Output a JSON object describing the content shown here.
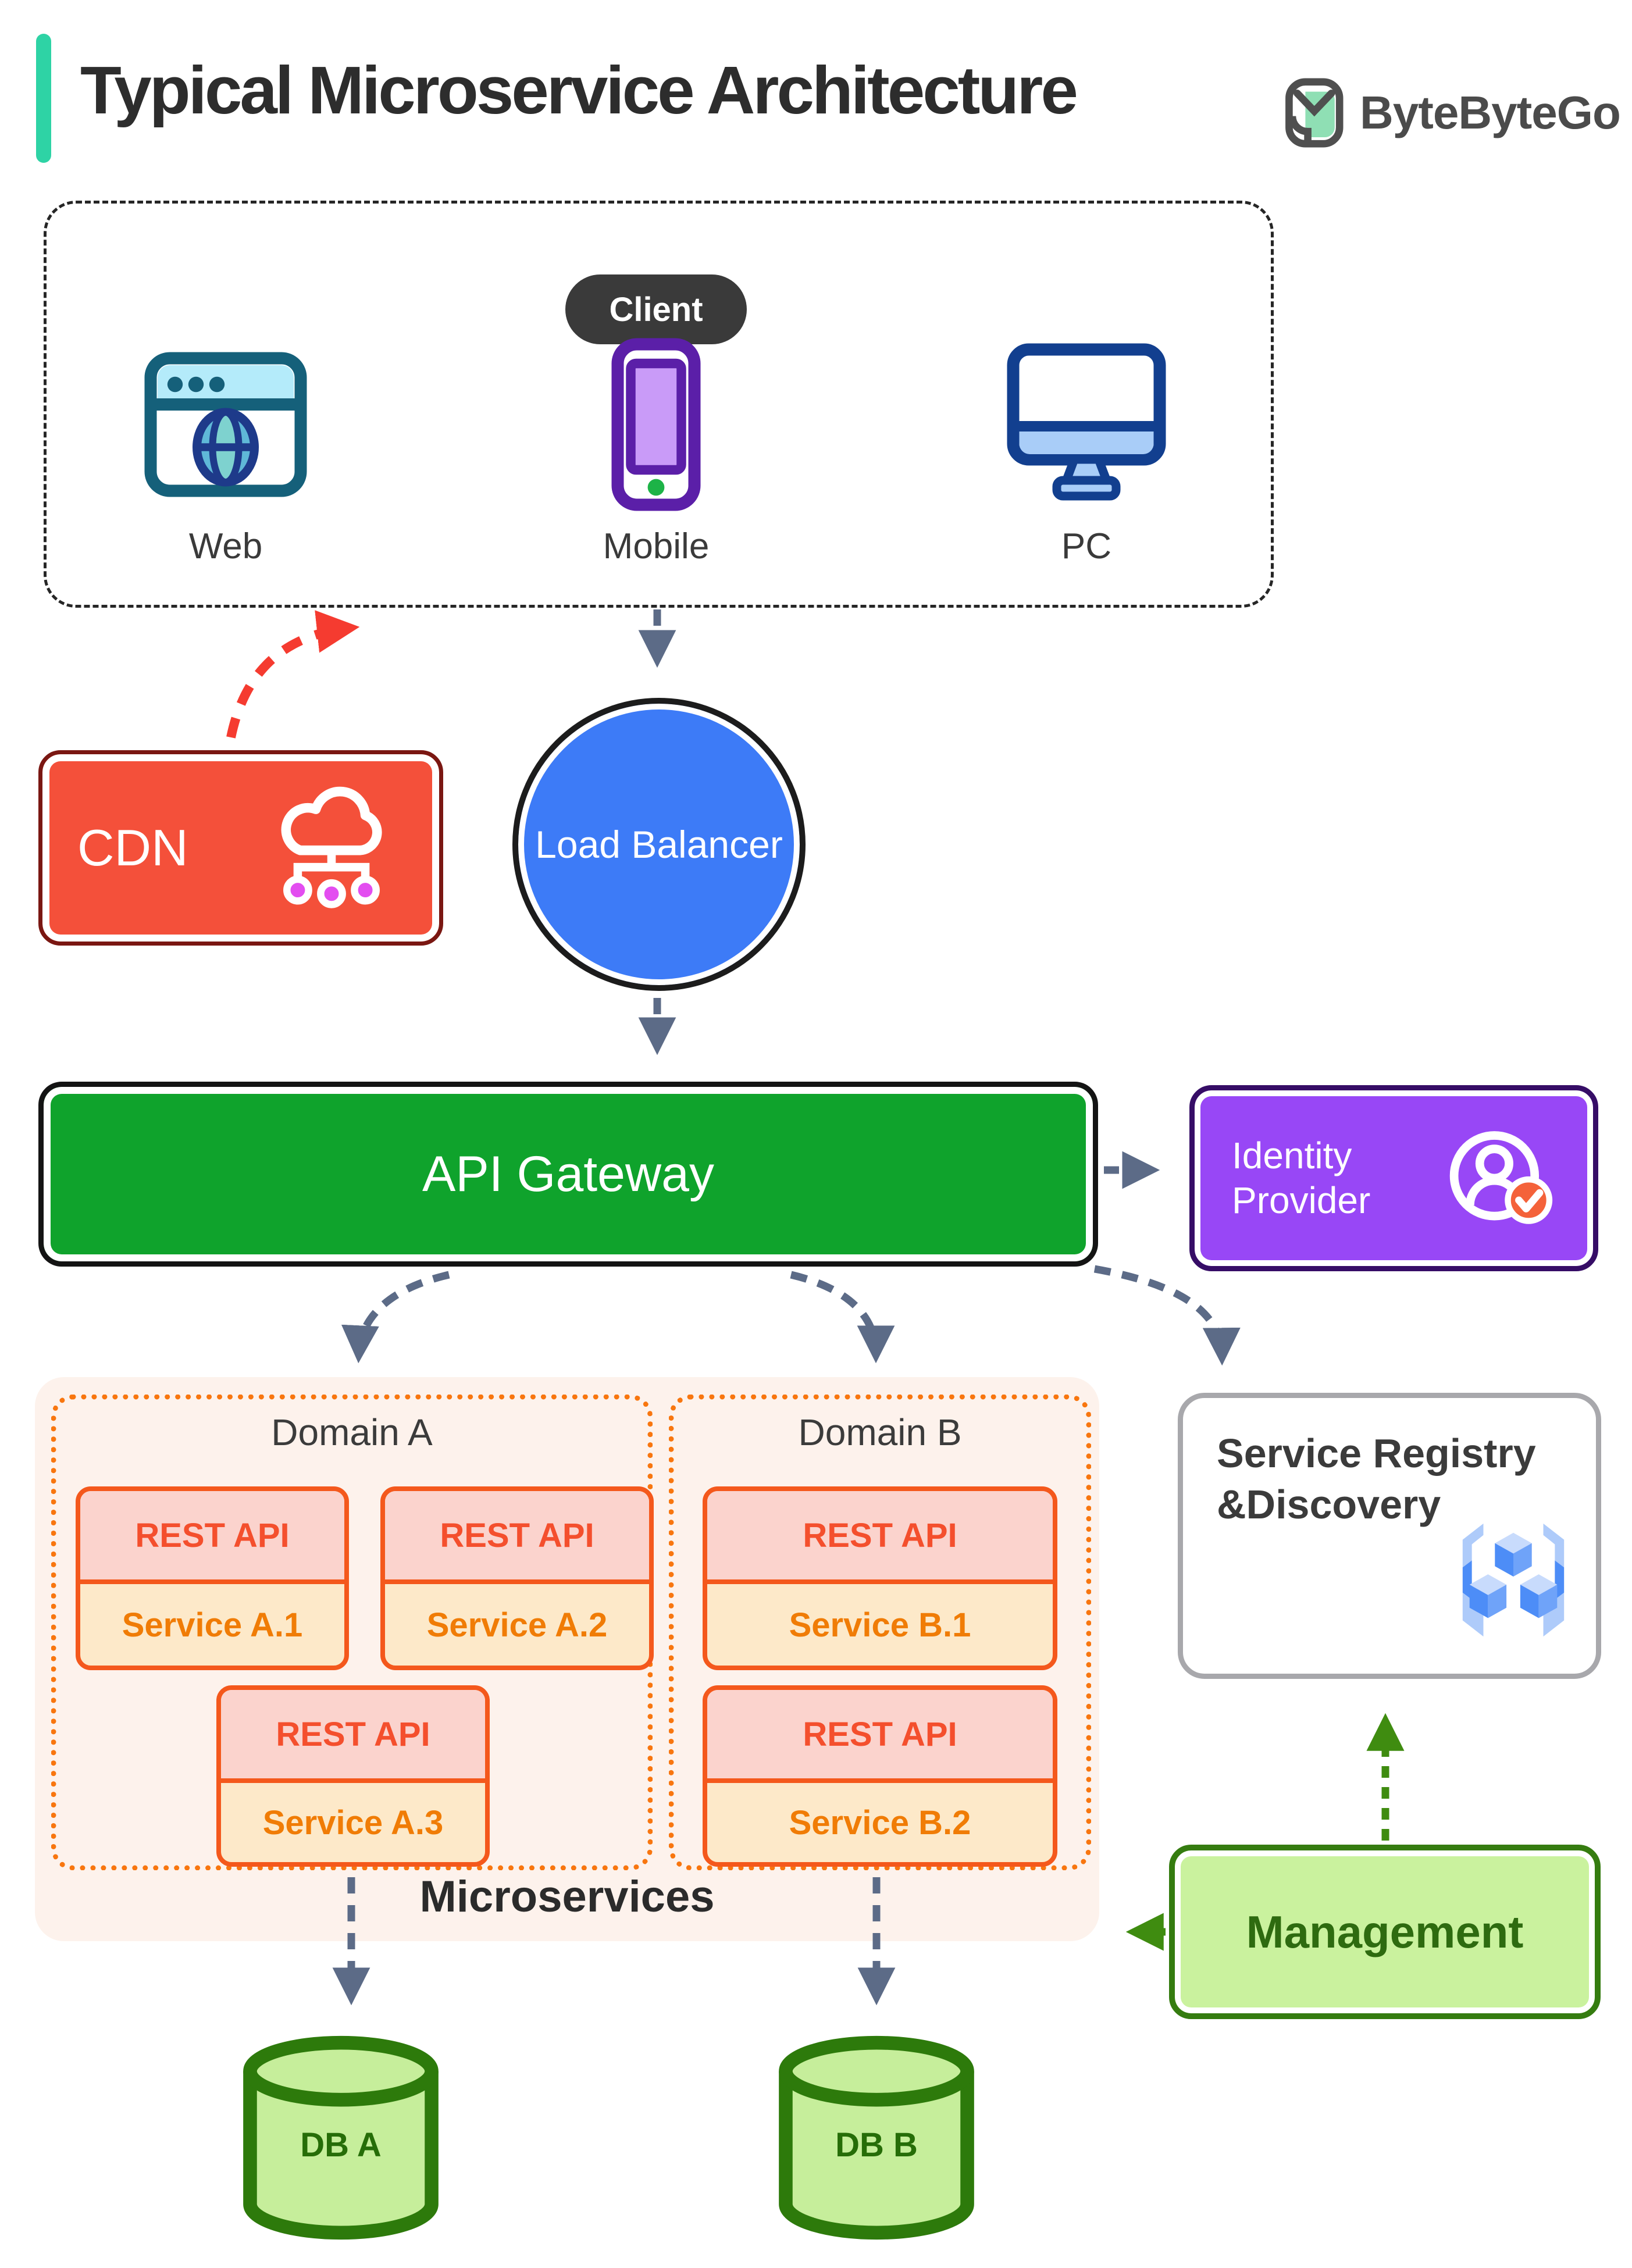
{
  "header": {
    "title": "Typical Microservice Architecture",
    "brand": "ByteByteGo"
  },
  "client": {
    "label": "Client",
    "devices": [
      {
        "label": "Web"
      },
      {
        "label": "Mobile"
      },
      {
        "label": "PC"
      }
    ]
  },
  "cdn": {
    "label": "CDN"
  },
  "load_balancer": {
    "label": "Load Balancer"
  },
  "api_gateway": {
    "label": "API Gateway"
  },
  "identity_provider": {
    "label": "Identity Provider"
  },
  "service_registry": {
    "line1": "Service Registry",
    "line2": "&Discovery"
  },
  "microservices": {
    "label": "Microservices",
    "domains": [
      {
        "title": "Domain A",
        "services": [
          {
            "api": "REST API",
            "name": "Service A.1"
          },
          {
            "api": "REST API",
            "name": "Service A.2"
          },
          {
            "api": "REST API",
            "name": "Service A.3"
          }
        ]
      },
      {
        "title": "Domain B",
        "services": [
          {
            "api": "REST API",
            "name": "Service B.1"
          },
          {
            "api": "REST API",
            "name": "Service B.2"
          }
        ]
      }
    ]
  },
  "management": {
    "label": "Management"
  },
  "databases": [
    {
      "label": "DB A"
    },
    {
      "label": "DB B"
    }
  ],
  "colors": {
    "accent_teal": "#2ED3A5",
    "title_text": "#2d2d2d",
    "arrow_grey": "#5C6B87",
    "arrow_red": "#F53B30",
    "arrow_green": "#3F8C10",
    "client_pill": "#3a3a3a",
    "cdn_fill": "#F4503A",
    "cdn_border": "#7A1712",
    "cdn_node_magenta": "#E34DF0",
    "load_balancer_blue": "#3D7BF7",
    "gateway_green": "#0FA32C",
    "identity_purple": "#9847F6",
    "identity_border": "#360D66",
    "badge_orange": "#F4623A",
    "registry_border": "#A8A8AC",
    "domain_orange": "#F8760F",
    "card_border": "#F4581C",
    "rest_api_bg": "#FBD3CD",
    "rest_api_text": "#F44F2D",
    "service_bg": "#FDE9C9",
    "service_text": "#F07C06",
    "microservices_bg": "#FDF2EC",
    "management_fill": "#CAF29E",
    "management_border": "#357C10",
    "db_fill": "#C6EE9B",
    "db_border": "#2D7A0B"
  }
}
